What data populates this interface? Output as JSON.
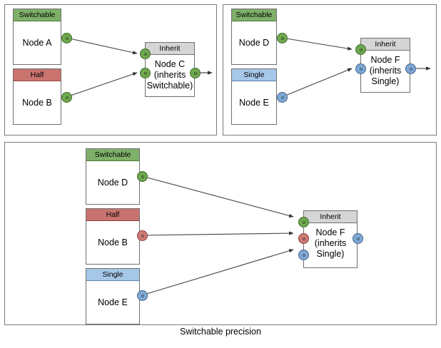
{
  "caption": "Switchable precision",
  "colors": {
    "switchable": "#7FB069",
    "half": "#C9736F",
    "single": "#A6C7E8",
    "inherit": "#D5D5D5",
    "port_green": "#6FA84F",
    "port_red": "#CE7B76",
    "port_blue": "#7FA8D4",
    "border": "#6F6F6F",
    "background": "#FFFFFF"
  },
  "panels": [
    {
      "id": "top-left",
      "nodes": [
        {
          "header": "Switchable",
          "body": "Node A",
          "out_port": "green"
        },
        {
          "header": "Half",
          "body": "Node B",
          "out_port": "green"
        },
        {
          "header": "Inherit",
          "body": "Node C\n(inherits\nSwitchable)",
          "body_line1": "Node C",
          "body_line2": "(inherits",
          "body_line3": "Switchable)",
          "in_ports": [
            "green",
            "green"
          ],
          "out_port": "green"
        }
      ],
      "edges": [
        {
          "from": "Node A",
          "to": "Node C",
          "port_color": "green"
        },
        {
          "from": "Node B",
          "to": "Node C",
          "port_color": "green"
        }
      ]
    },
    {
      "id": "top-right",
      "nodes": [
        {
          "header": "Switchable",
          "body": "Node D",
          "out_port": "green"
        },
        {
          "header": "Single",
          "body": "Node E",
          "out_port": "blue"
        },
        {
          "header": "Inherit",
          "body": "Node F\n(inherits\nSingle)",
          "body_line1": "Node F",
          "body_line2": "(inherits",
          "body_line3": "Single)",
          "in_ports": [
            "green",
            "blue"
          ],
          "out_port": "blue"
        }
      ],
      "edges": [
        {
          "from": "Node D",
          "to": "Node F",
          "port_color": "green"
        },
        {
          "from": "Node E",
          "to": "Node F",
          "port_color": "blue"
        }
      ]
    },
    {
      "id": "bottom",
      "nodes": [
        {
          "header": "Switchable",
          "body": "Node D",
          "out_port": "green"
        },
        {
          "header": "Half",
          "body": "Node B",
          "out_port": "red"
        },
        {
          "header": "Single",
          "body": "Node E",
          "out_port": "blue"
        },
        {
          "header": "Inherit",
          "body": "Node F\n(inherits\nSingle)",
          "body_line1": "Node F",
          "body_line2": "(inherits",
          "body_line3": "Single)",
          "in_ports": [
            "green",
            "red",
            "blue"
          ],
          "out_port": "blue"
        }
      ],
      "edges": [
        {
          "from": "Node D",
          "to": "Node F",
          "port_color": "green"
        },
        {
          "from": "Node B",
          "to": "Node F",
          "port_color": "red"
        },
        {
          "from": "Node E",
          "to": "Node F",
          "port_color": "blue"
        }
      ]
    }
  ]
}
